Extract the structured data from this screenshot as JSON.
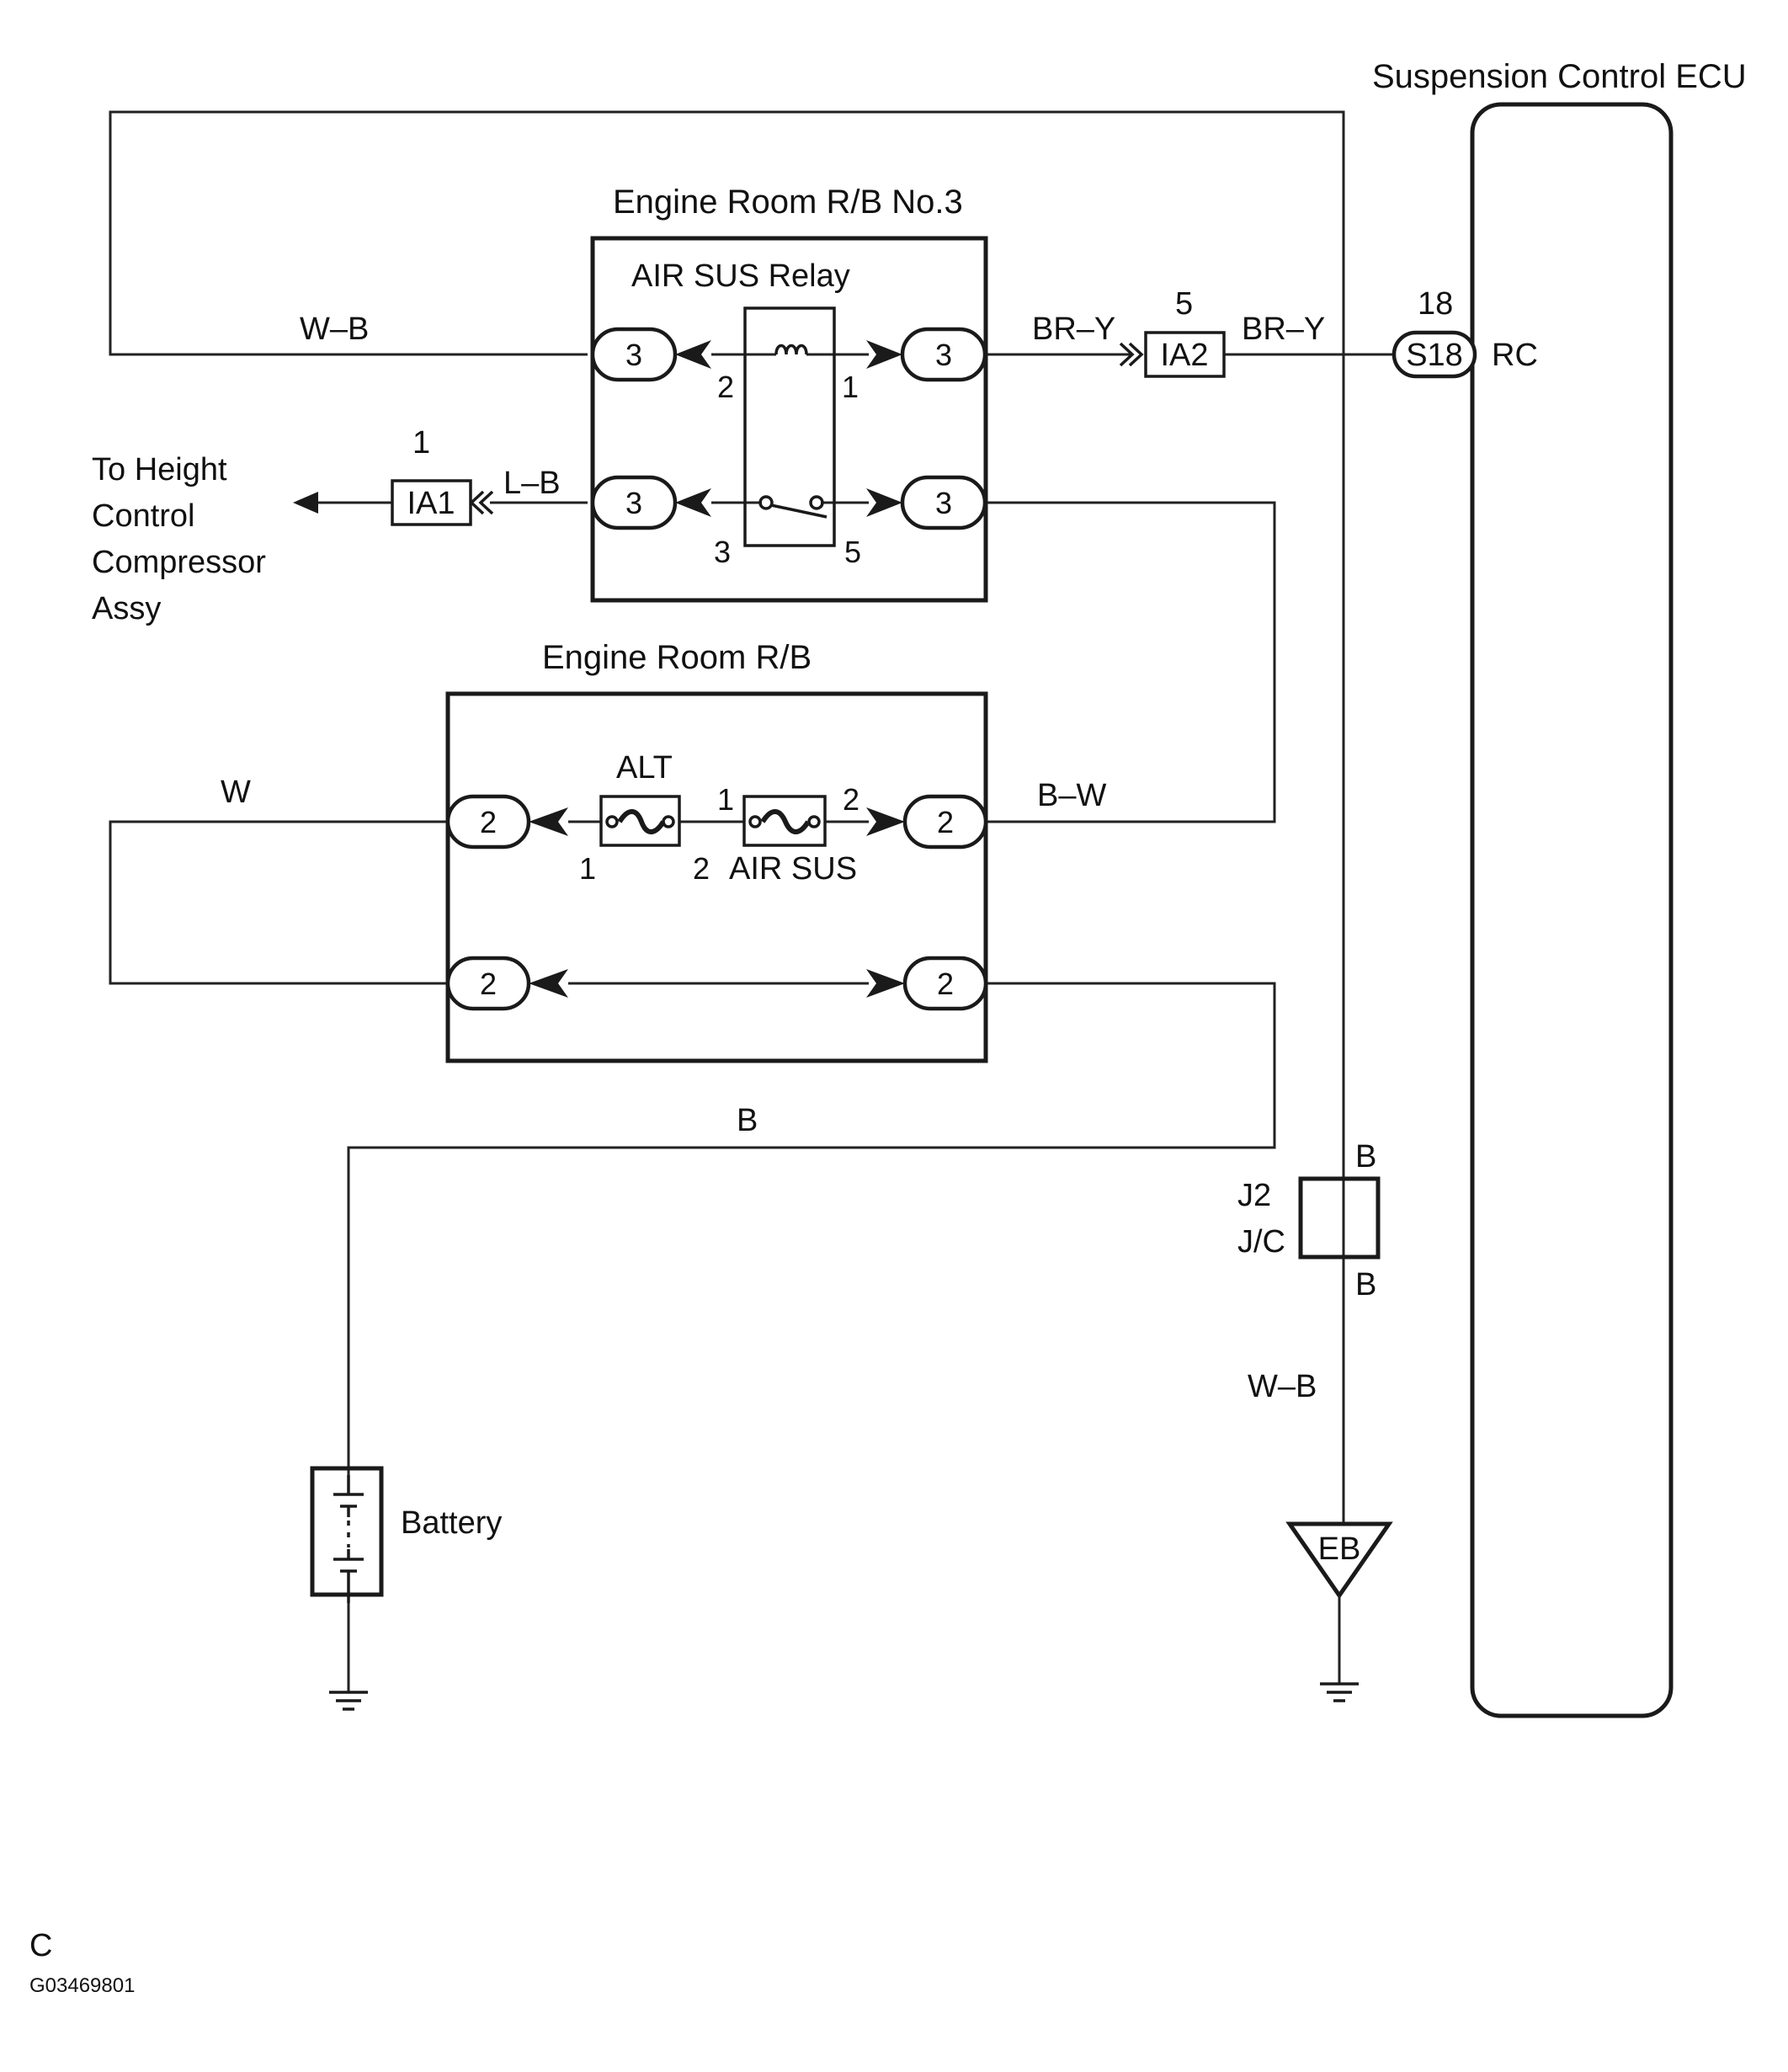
{
  "ecu": {
    "title": "Suspension Control ECU",
    "terminal_name": "RC",
    "connector": "S18",
    "pin": "18"
  },
  "relay_block": {
    "title": "Engine Room R/B No.3",
    "relay_label": "AIR SUS Relay",
    "connector_pin": "3",
    "coil_pins": [
      "2",
      "1"
    ],
    "switch_pins": [
      "3",
      "5"
    ]
  },
  "rb": {
    "title": "Engine Room R/B",
    "connector_pin": "2",
    "fuse_alt": {
      "label": "ALT",
      "pins": [
        "1",
        "2"
      ]
    },
    "fuse_air_sus": {
      "label": "AIR SUS",
      "pins": [
        "1",
        "2"
      ]
    }
  },
  "wires": {
    "top_left": "W–B",
    "relay_to_ia2": "BR–Y",
    "ia2_to_ecu": "BR–Y",
    "ia1": "L–B",
    "fuse_w": "W",
    "fuse_bw": "B–W",
    "battery_b": "B",
    "jc_top": "B",
    "jc_bottom": "B",
    "ground_wb": "W–B"
  },
  "connectors": {
    "ia1": {
      "name": "IA1",
      "pin": "1"
    },
    "ia2": {
      "name": "IA2",
      "pin": "5"
    }
  },
  "destination": {
    "line1": "To Height",
    "line2": "Control",
    "line3": "Compressor",
    "line4": "Assy"
  },
  "junction": {
    "name": "J2",
    "type": "J/C"
  },
  "ground_point": "EB",
  "battery": "Battery",
  "footer": {
    "code": "C",
    "figure_id": "G03469801"
  }
}
